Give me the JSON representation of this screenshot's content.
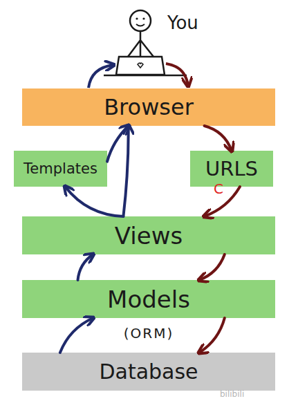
{
  "diagram": {
    "nodes": [
      {
        "text": [
          "Browser"
        ]
      },
      {
        "text": [
          "Templates"
        ]
      },
      {
        "text": [
          "URLS"
        ]
      },
      {
        "text": [
          "Views"
        ]
      },
      {
        "text": [
          "Models",
          "(ORM)"
        ]
      },
      {
        "text": [
          "Database"
        ]
      }
    ],
    "edges": [
      {
        "from": 0,
        "to": 2,
        "arrow": "to"
      },
      {
        "from": 2,
        "to": 3,
        "arrow": "to"
      },
      {
        "from": 3,
        "to": 4,
        "arrow": "to"
      },
      {
        "from": 4,
        "to": 5,
        "arrow": "to"
      },
      {
        "from": 5,
        "to": 4,
        "arrow": "to"
      },
      {
        "from": 4,
        "to": 3,
        "arrow": "to"
      },
      {
        "from": 3,
        "to": 0,
        "arrow": "to"
      },
      {
        "from": 3,
        "to": 1,
        "arrow": "to"
      },
      {
        "from": 1,
        "to": 0,
        "arrow": "to"
      }
    ],
    "labels": [
      "You",
      "C",
      "bilibili"
    ]
  }
}
